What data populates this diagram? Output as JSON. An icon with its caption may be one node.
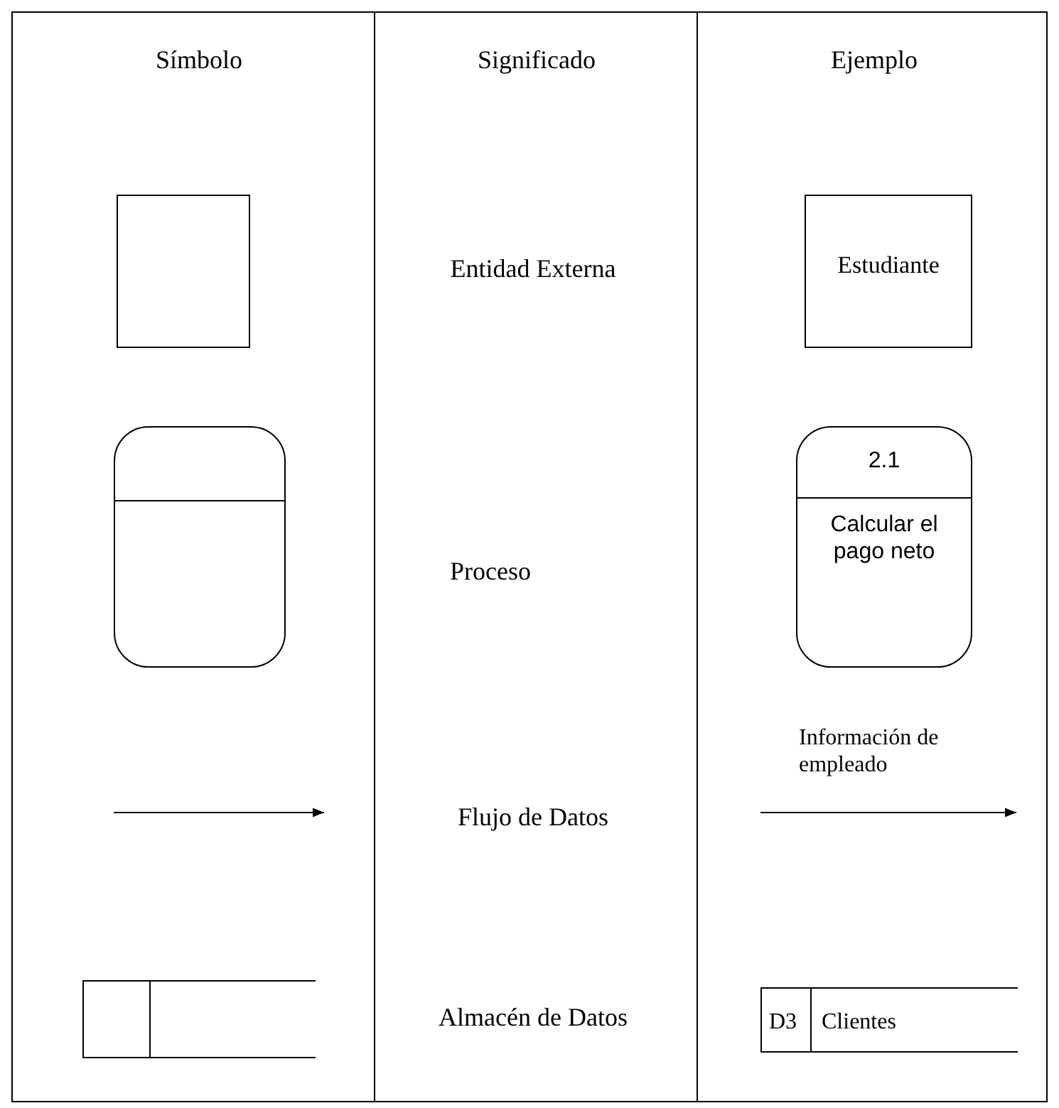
{
  "diagram": {
    "nodes": [
      {
        "text": [],
        "shape": "box"
      },
      {
        "text": [
          "Estudiante"
        ]
      },
      {
        "text": [],
        "shape": "rounded"
      },
      {
        "text": [
          "2.1",
          "Calcular el pago neto"
        ]
      },
      {
        "text": [],
        "shape": "store"
      },
      {
        "text": [
          "D3",
          "Clientes"
        ]
      }
    ],
    "labels": [
      "Símbolo",
      "Significado",
      "Ejemplo",
      "Entidad Externa",
      "Proceso",
      "Información de empleado",
      "Flujo de Datos",
      "Almacén de Datos"
    ]
  }
}
